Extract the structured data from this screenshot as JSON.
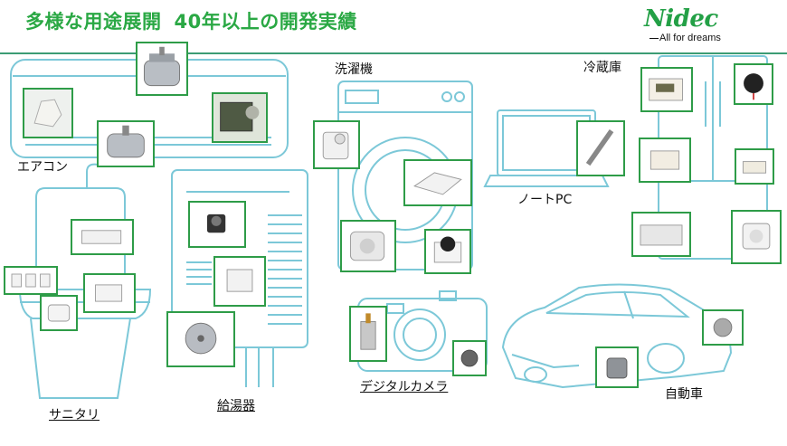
{
  "header": {
    "title_left": "多様な用途展開",
    "title_right": "40年以上の開発実績"
  },
  "logo": {
    "name": "Nidec",
    "tagline": "All for dreams"
  },
  "categories": {
    "aircon": "エアコン",
    "washer": "洗濯機",
    "notepc": "ノートPC",
    "fridge": "冷蔵庫",
    "sanitary": "サニタリ",
    "heater": "給湯器",
    "camera": "デジタルカメラ",
    "car": "自動車"
  },
  "colors": {
    "accent_green": "#2aa844",
    "frame_green": "#2e9c48",
    "outline_cyan": "#7cc8d8"
  }
}
